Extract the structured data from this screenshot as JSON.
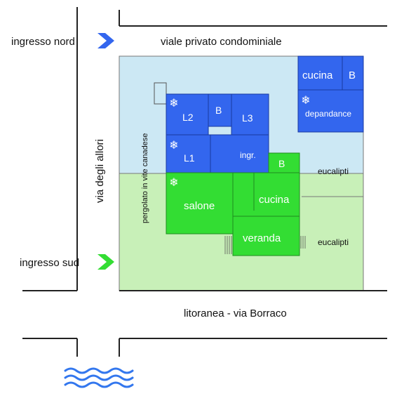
{
  "labels": {
    "ingresso_nord": "ingresso nord",
    "ingresso_sud": "ingresso sud",
    "viale_privato": "viale privato condominiale",
    "via_allori": "via degli allori",
    "litoranea": "litoranea - via Borraco",
    "pergolato": "pergolato in vite canadese",
    "eucalipti_top": "eucalipti",
    "eucalipti_bottom": "eucalipti"
  },
  "rooms": {
    "cucina_dep": "cucina",
    "b_dep": "B",
    "depandance": "depandance",
    "l2": "L2",
    "b_upper": "B",
    "l3": "L3",
    "l1": "L1",
    "ingr": "ingr.",
    "b_lower": "B",
    "cucina": "cucina",
    "salone": "salone",
    "veranda": "veranda"
  },
  "colors": {
    "upper_garden": "#cce8f4",
    "lower_garden": "#c8f0b8",
    "blue_rooms": "#3366ee",
    "green_rooms": "#33dd33",
    "arrow_nord": "#3366ee",
    "arrow_sud": "#33dd33",
    "sea_waves": "#3377ee"
  },
  "icons": {
    "ac_unit": "snowflake-icon",
    "sea": "sea-waves-icon",
    "entrance": "chevron-right-icon"
  }
}
